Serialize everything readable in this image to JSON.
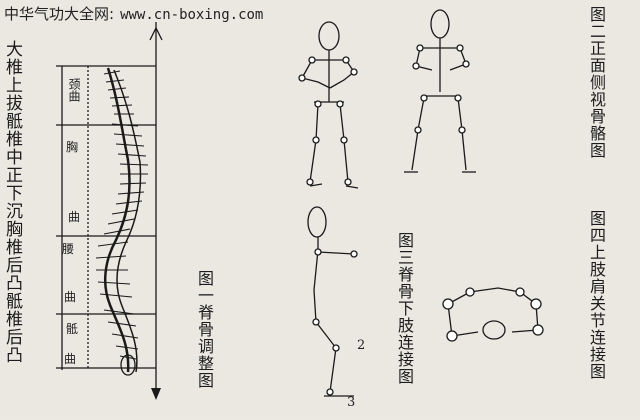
{
  "header": {
    "site_name": "中华气功大全网:",
    "url": "www.cn-boxing.com"
  },
  "captions": {
    "left_description": "大椎上拔骶椎中正下沉胸椎后凸骶椎后凸",
    "figure1": "图一脊骨调整图",
    "figure2": "图二正面侧视骨骼图",
    "figure3": "图三脊骨下肢连接图",
    "figure4": "图四上肢肩关节连接图"
  },
  "spine_regions": {
    "cervical": "颈曲",
    "thoracic": "胸",
    "thoracic_curve": "曲",
    "lumbar": "腰",
    "lumbar_curve": "曲",
    "sacral": "骶",
    "sacral_curve": "曲"
  },
  "joint_labels": {
    "knee": "2",
    "ankle": "3"
  }
}
